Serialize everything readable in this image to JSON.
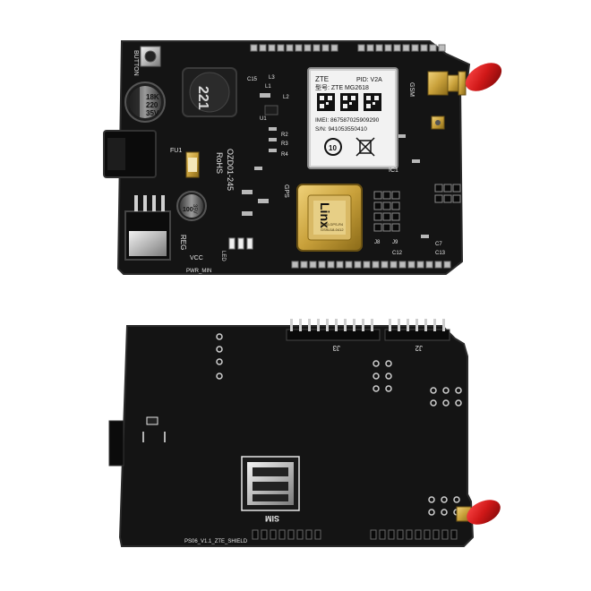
{
  "front_board": {
    "labels": {
      "button": "BUTTON",
      "cap_value_1": "18K",
      "cap_value_2": "220",
      "cap_value_3": "35V",
      "inductor": "221",
      "board_name": "OZD01-245",
      "rohs": "RoHS",
      "fuse": "FU1",
      "cap2_value_1": "100",
      "cap2_value_2": "35V",
      "reg": "REG",
      "vcc": "VCC",
      "led": "LED",
      "mod_pin": "PWR_MIN",
      "gps": "GPS",
      "ic1": "IC1",
      "gsm": "GSM",
      "j8": "J8",
      "j9": "J9",
      "c12": "C12",
      "c13": "C13",
      "c7": "C7",
      "r2": "R2",
      "r3": "R3",
      "r4": "R4",
      "l1": "L1",
      "l2": "L2",
      "l3": "L3",
      "u1": "U1",
      "c15": "C15"
    },
    "gsm_module": {
      "brand": "ZTE",
      "pid": "PID: V2A",
      "model_line": "型号: ZTE MG2618",
      "imei": "IMEI: 867587025909290",
      "sn": "S/N: 941053550410"
    },
    "gps_module": {
      "brand": "Linx",
      "sub_line_1": "RXM-GPS-R4",
      "sub_line_2": "GS9U18-0412"
    }
  },
  "back_board": {
    "labels": {
      "header_j3": "J3",
      "header_j2": "J2",
      "sim": "SIM",
      "footer": "PS06_V1.1_ZTE_SHIELD"
    }
  },
  "colors": {
    "pcb": "#141414",
    "pcb_edge": "#262626",
    "silkscreen": "#e6e6e6",
    "gold": "#c9a13b",
    "antenna_red": "#d01818",
    "module_label": "#f2f2f2"
  }
}
